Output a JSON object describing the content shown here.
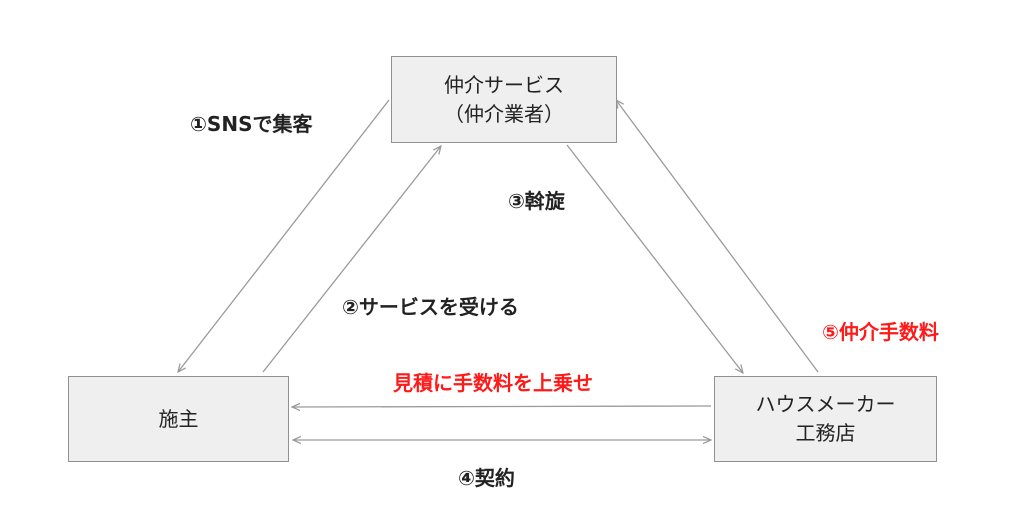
{
  "boxes": {
    "broker": {
      "line1": "仲介サービス",
      "line2": "（仲介業者）"
    },
    "owner": {
      "line1": "施主"
    },
    "builder": {
      "line1": "ハウスメーカー",
      "line2": "工務店"
    }
  },
  "labels": {
    "sns": "①SNSで集客",
    "service": "②サービスを受ける",
    "mediation": "③斡旋",
    "contract": "④契約",
    "fee": "⑤仲介手数料",
    "markup": "見積に手数料を上乗せ"
  },
  "colors": {
    "arrow": "#9a9a9a",
    "box_fill": "#efefef",
    "box_border": "#909090",
    "highlight": "#ff1a1a"
  }
}
